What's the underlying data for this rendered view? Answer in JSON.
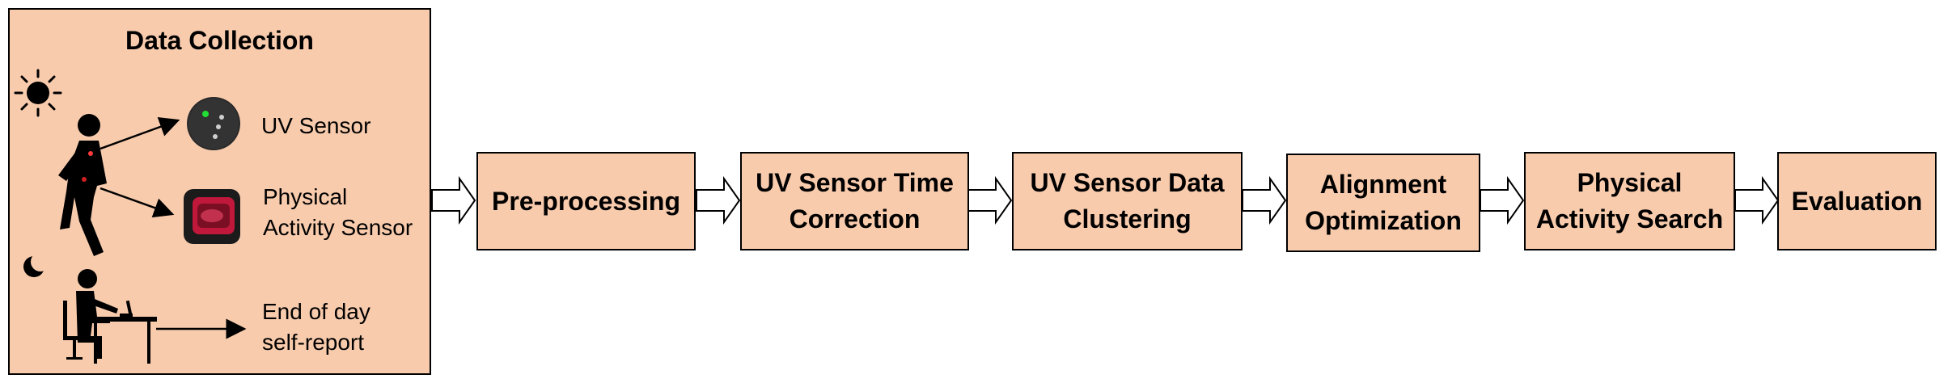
{
  "data_collection": {
    "title": "Data Collection",
    "uv_sensor_label": "UV Sensor",
    "activity_sensor_label": "Physical\nActivity Sensor",
    "self_report_label": "End of day\nself-report"
  },
  "pipeline": [
    {
      "label": "Pre-processing"
    },
    {
      "label": "UV Sensor Time\nCorrection"
    },
    {
      "label": "UV Sensor Data\nClustering"
    },
    {
      "label": "Alignment\nOptimization"
    },
    {
      "label": "Physical\nActivity Search"
    },
    {
      "label": "Evaluation"
    }
  ],
  "colors": {
    "box_fill": "#f8cbad",
    "border": "#000000",
    "sensor_green": "#22dd33",
    "band_red": "#c0183a"
  },
  "icons": [
    "sun-icon",
    "walking-person-icon",
    "uv-sensor-device-icon",
    "wristband-sensor-icon",
    "moon-icon",
    "person-at-desk-icon"
  ]
}
